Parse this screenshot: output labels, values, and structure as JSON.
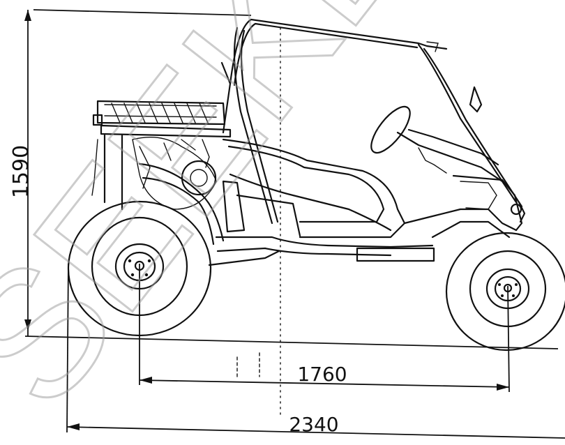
{
  "drawing": {
    "height_label": "1590",
    "wheelbase_label": "1760",
    "length_label": "2340",
    "watermark": "SEEKE"
  },
  "colors": {
    "line": "#111111",
    "watermark": "#b0b0b0",
    "background": "#ffffff"
  }
}
